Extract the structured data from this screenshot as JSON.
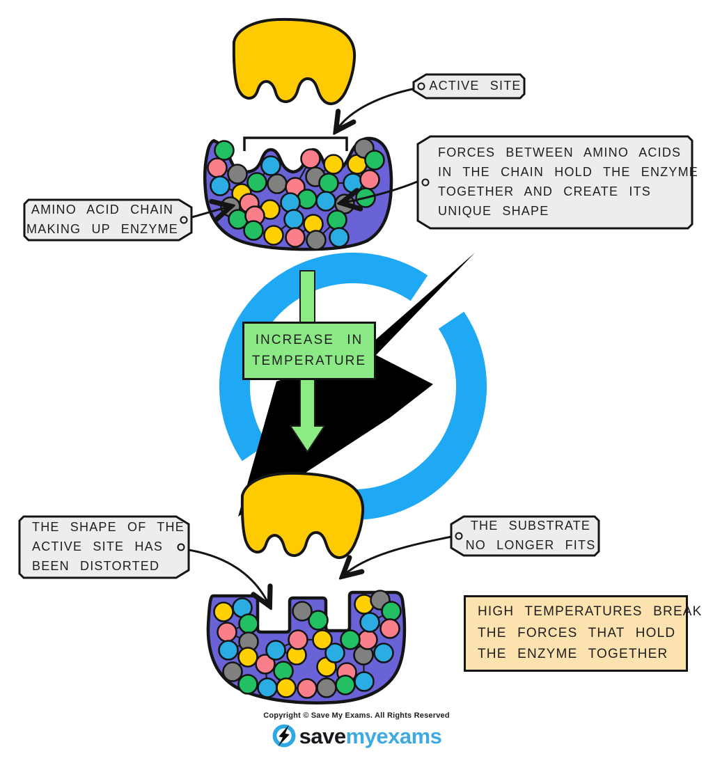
{
  "tags": {
    "active_site": {
      "lines": [
        "ACTIVE  SITE"
      ]
    },
    "amino_acid": {
      "lines": [
        "AMINO  ACID  CHAIN",
        "MAKING  UP  ENZYME"
      ]
    },
    "forces": {
      "lines": [
        "FORCES  BETWEEN  AMINO  ACIDS",
        "IN  THE  CHAIN  HOLD  THE  ENZYME",
        "TOGETHER  AND  CREATE  ITS",
        "UNIQUE  SHAPE"
      ]
    },
    "shape_distorted": {
      "lines": [
        "THE  SHAPE  OF  THE",
        "ACTIVE  SITE  HAS",
        "BEEN  DISTORTED"
      ]
    },
    "substrate_fits": {
      "lines": [
        "THE  SUBSTRATE",
        "NO  LONGER  FITS"
      ]
    }
  },
  "boxes": {
    "increase_temperature": {
      "lines": [
        "INCREASE  IN",
        "TEMPERATURE"
      ],
      "fill": "#8CEA86"
    },
    "high_temperatures": {
      "lines": [
        "HIGH  TEMPERATURES  BREAK",
        "THE  FORCES  THAT  HOLD",
        "THE  ENZYME  TOGETHER"
      ],
      "fill": "#FBE2AE"
    }
  },
  "footer": {
    "copyright": "Copyright © Save My Exams. All Rights Reserved",
    "logo_save": "save",
    "logo_my": "my",
    "logo_exams": "exams"
  },
  "colors": {
    "enzyme_purple": "#6A63D8",
    "substrate_yellow": "#FECB02",
    "watermark_blue": "#1FA9F4",
    "bolt_black": "#000000",
    "arrow_green": "#8BEC84",
    "tag_gray": "#EDEDED",
    "outline_black": "#141414",
    "logo_blue": "#3FA9E2"
  },
  "figure": {
    "amino_colors": {
      "G": "#22C063",
      "R": "#F97F8B",
      "Y": "#FFD103",
      "B": "#2BACE2",
      "K": "#808080"
    },
    "enzyme_top": {
      "circles": [
        [
          "G",
          322,
          216
        ],
        [
          "R",
          312,
          241
        ],
        [
          "K",
          341,
          250
        ],
        [
          "B",
          316,
          267
        ],
        [
          "Y",
          347,
          278
        ],
        [
          "G",
          369,
          262
        ],
        [
          "B",
          389,
          238
        ],
        [
          "K",
          398,
          264
        ],
        [
          "R",
          424,
          269
        ],
        [
          "R",
          446,
          228
        ],
        [
          "K",
          453,
          254
        ],
        [
          "Y",
          479,
          236
        ],
        [
          "G",
          472,
          263
        ],
        [
          "B",
          507,
          263
        ],
        [
          "Y",
          513,
          236
        ],
        [
          "K",
          523,
          213
        ],
        [
          "G",
          538,
          230
        ],
        [
          "R",
          531,
          258
        ],
        [
          "G",
          525,
          284
        ],
        [
          "K",
          495,
          293
        ],
        [
          "B",
          468,
          289
        ],
        [
          "G",
          441,
          286
        ],
        [
          "B",
          417,
          291
        ],
        [
          "Y",
          388,
          301
        ],
        [
          "R",
          358,
          292
        ],
        [
          "K",
          331,
          297
        ],
        [
          "G",
          342,
          315
        ],
        [
          "R",
          366,
          310
        ],
        [
          "G",
          364,
          331
        ],
        [
          "Y",
          393,
          338
        ],
        [
          "B",
          422,
          315
        ],
        [
          "R",
          424,
          341
        ],
        [
          "Y",
          450,
          322
        ],
        [
          "K",
          454,
          345
        ],
        [
          "G",
          484,
          316
        ],
        [
          "B",
          487,
          341
        ]
      ]
    },
    "enzyme_bottom": {
      "circles": [
        [
          "Y",
          321,
          879
        ],
        [
          "B",
          348,
          873
        ],
        [
          "G",
          357,
          896
        ],
        [
          "R",
          326,
          908
        ],
        [
          "K",
          357,
          922
        ],
        [
          "B",
          328,
          934
        ],
        [
          "Y",
          356,
          944
        ],
        [
          "K",
          334,
          965
        ],
        [
          "G",
          356,
          983
        ],
        [
          "B",
          384,
          988
        ],
        [
          "R",
          381,
          954
        ],
        [
          "G",
          407,
          964
        ],
        [
          "Y",
          411,
          988
        ],
        [
          "R",
          441,
          989
        ],
        [
          "K",
          469,
          988
        ],
        [
          "Y",
          469,
          958
        ],
        [
          "R",
          498,
          966
        ],
        [
          "G",
          496,
          984
        ],
        [
          "B",
          523,
          979
        ],
        [
          "K",
          522,
          941
        ],
        [
          "B",
          551,
          938
        ],
        [
          "R",
          528,
          919
        ],
        [
          "G",
          503,
          919
        ],
        [
          "B",
          481,
          938
        ],
        [
          "Y",
          426,
          941
        ],
        [
          "B",
          396,
          934
        ],
        [
          "R",
          428,
          919
        ],
        [
          "Y",
          463,
          919
        ],
        [
          "G",
          457,
          891
        ],
        [
          "K",
          434,
          878
        ],
        [
          "Y",
          523,
          868
        ],
        [
          "K",
          546,
          862
        ],
        [
          "G",
          562,
          878
        ],
        [
          "B",
          531,
          894
        ],
        [
          "R",
          560,
          903
        ]
      ]
    }
  }
}
